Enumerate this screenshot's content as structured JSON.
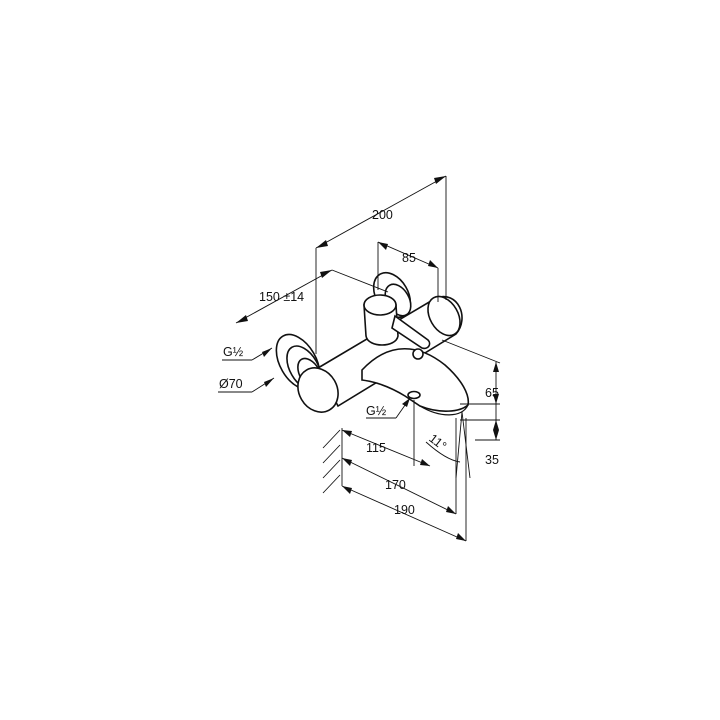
{
  "dimensions": {
    "overall_width": "200",
    "handle_offset": "85",
    "center_distance": "150 ±14",
    "inlet_thread": "G½",
    "rosette_diameter": "Ø70",
    "outlet_thread": "G½",
    "height_65": "65",
    "height_35": "35",
    "projection_115": "115",
    "projection_170": "170",
    "projection_190": "190",
    "spout_angle": "11°"
  }
}
